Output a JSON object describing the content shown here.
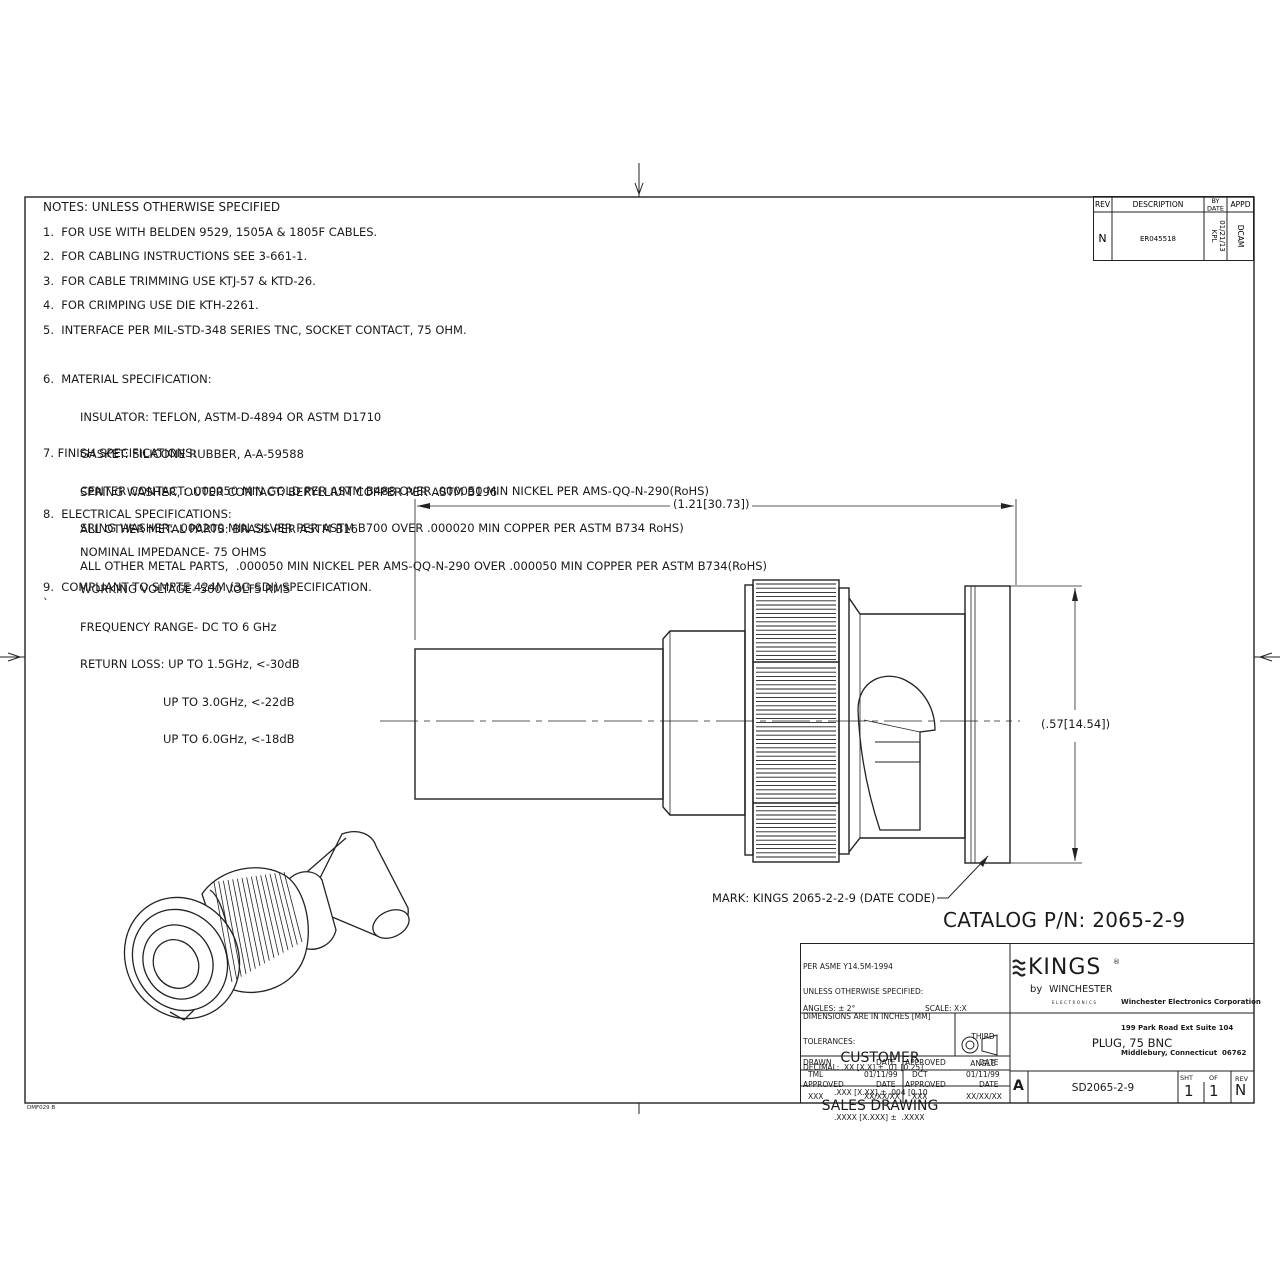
{
  "notes": {
    "header": "NOTES: UNLESS OTHERWISE SPECIFIED",
    "n1": "1.  FOR USE WITH BELDEN 9529, 1505A & 1805F CABLES.",
    "n2": "2.  FOR CABLING INSTRUCTIONS SEE 3-661-1.",
    "n3": "3.  FOR CABLE TRIMMING USE KTJ-57 & KTD-26.",
    "n4": "4.  FOR CRIMPING USE DIE KTH-2261.",
    "n5": "5.  INTERFACE PER MIL-STD-348 SERIES TNC, SOCKET CONTACT, 75 OHM.",
    "n6": {
      "title": "6.  MATERIAL SPECIFICATION:",
      "lines": [
        "INSULATOR: TEFLON, ASTM-D-4894 OR ASTM D1710",
        "GASKET: SILICONE RUBBER, A-A-59588",
        "SPRING WASHER, OUTER CONTACT: BERYLLIUM COPPER PER ASTM B196",
        "ALL OTHER METAL PARTS: BRASS PER ASTM B16"
      ]
    },
    "n7": {
      "title": "7. FINISH SPECIFICATIONS:",
      "lines": [
        "CENTER CONTACT: .000050 MIN GOLD PER ASTM B488 OVER .000050 MIN NICKEL PER AMS-QQ-N-290(RoHS)",
        "SRING WASHER: .000200 MIN SILVER PER ASTM B700 OVER .000020 MIN COPPER PER ASTM B734 RoHS)",
        "ALL OTHER METAL PARTS,  .000050 MIN NICKEL PER AMS-QQ-N-290 OVER .000050 MIN COPPER PER ASTM B734(RoHS)"
      ],
      "tick": "`"
    },
    "n8": {
      "title": "8.  ELECTRICAL SPECIFICATIONS:",
      "lines": [
        "NOMINAL IMPEDANCE- 75 OHMS",
        "WORKING VOLTAGE- 500 VOLTS RMS",
        "FREQUENCY RANGE- DC TO 6 GHz",
        "RETURN LOSS: UP TO 1.5GHz, <-30dB"
      ],
      "indented": [
        "UP TO 3.0GHz, <-22dB",
        "UP TO 6.0GHz, <-18dB"
      ]
    },
    "n9": "9.  COMPLIANT TO SMPTE 424M (3G-SDI) SPECIFICATION."
  },
  "rev_block": {
    "h_rev": "REV",
    "h_desc": "DESCRIPTION",
    "h_by": "BY",
    "h_date": "DATE",
    "h_appd": "APPD",
    "rev": "N",
    "desc": "ER045518",
    "by": "KPL",
    "date": "01/21/13",
    "appd": "DCAM"
  },
  "dims": {
    "length": "(1.21[30.73])",
    "diameter": "(.57[14.54])"
  },
  "mark": "MARK: KINGS 2065-2-2-9 (DATE CODE)",
  "catalog": "CATALOG P/N: 2065-2-9",
  "title_block": {
    "std": [
      "PER ASME Y14.5M-1994",
      "UNLESS OTHERWISE SPECIFIED:",
      "DIMENSIONS ARE IN INCHES [MM]",
      "TOLERANCES:",
      "DECIMAL: .XX [X.X] ± .01 [0.25]",
      "             .XXX [X.XX] ± .004 [0.10",
      "             .XXXX [X.XXX] ±  .XXXX"
    ],
    "angles": "ANGLES: ± 2°",
    "scale": "SCALE: X:X",
    "drawing_type": [
      "CUSTOMER",
      "SALES DRAWING"
    ],
    "third_angle": [
      "THIRD",
      "ANGLE"
    ],
    "logo_main": "KINGS",
    "logo_tm": "®",
    "logo_by": "by",
    "logo_winchester": "WINCHESTER",
    "logo_electronics": "ELECTRONICS",
    "company": [
      "Winchester Electronics Corporation",
      "199 Park Road Ext Suite 104",
      "Middlebury, Connecticut  06762"
    ],
    "drawing_title": "PLUG, 75 BNC",
    "drawn_label": "DRAWN",
    "drawn_by": "TML",
    "date_label": "DATE",
    "drawn_date": "01/11/99",
    "approved_label": "APPROVED",
    "approved_by": "DCT",
    "approved_date": "01/11/99",
    "approved2_by": "XXX",
    "approved2_date": "XX/XX/XX",
    "approved3_by": "XXX",
    "approved3_date": "XX/XX/XX",
    "size": "A",
    "drawing_number": "SD2065-2-9",
    "sht_label": "SHT",
    "sht": "1",
    "of_label": "OF",
    "of": "1",
    "rev_label": "REV",
    "rev": "N"
  },
  "form_code": "DMF029  B"
}
